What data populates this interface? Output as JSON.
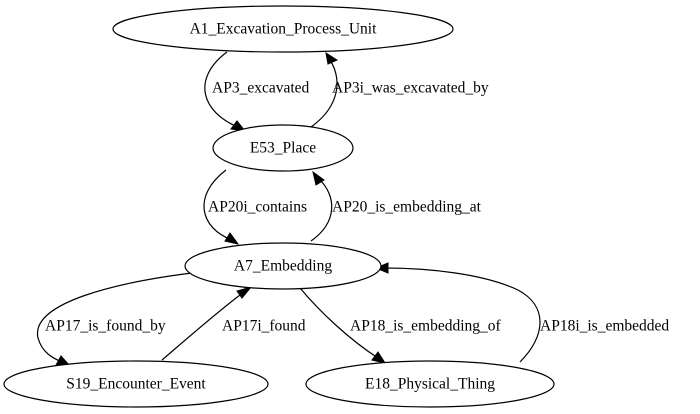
{
  "nodes": {
    "a1": "A1_Excavation_Process_Unit",
    "e53": "E53_Place",
    "a7": "A7_Embedding",
    "s19": "S19_Encounter_Event",
    "e18": "E18_Physical_Thing"
  },
  "edges": {
    "ap3": "AP3_excavated",
    "ap3i": "AP3i_was_excavated_by",
    "ap20i": "AP20i_contains",
    "ap20": "AP20_is_embedding_at",
    "ap17": "AP17_is_found_by",
    "ap17i": "AP17i_found",
    "ap18": "AP18_is_embedding_of",
    "ap18i": "AP18i_is_embedded"
  }
}
